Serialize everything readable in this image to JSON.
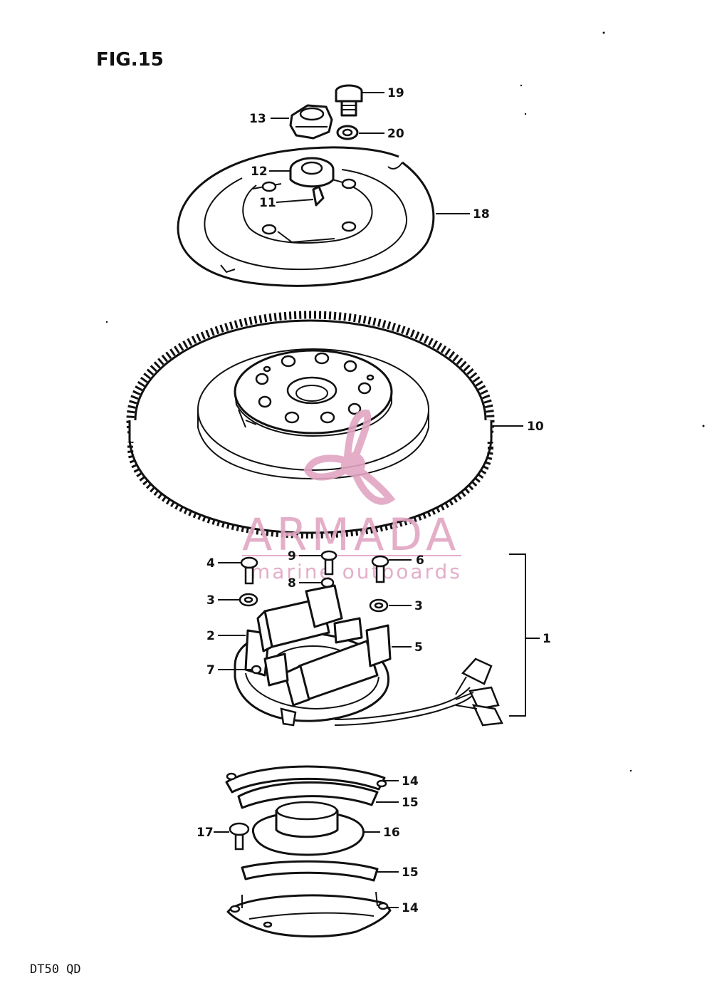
{
  "figure": {
    "title": "FIG.15",
    "model_code": "DT50 QD"
  },
  "watermark": {
    "brand": "ARMADA",
    "tagline": "marine outboards",
    "color": "#e2a6c3"
  },
  "callouts": [
    {
      "id": "13",
      "text": "13"
    },
    {
      "id": "19",
      "text": "19"
    },
    {
      "id": "20",
      "text": "20"
    },
    {
      "id": "12",
      "text": "12"
    },
    {
      "id": "11",
      "text": "11"
    },
    {
      "id": "18",
      "text": "18"
    },
    {
      "id": "10",
      "text": "10"
    },
    {
      "id": "4",
      "text": "4"
    },
    {
      "id": "9",
      "text": "9"
    },
    {
      "id": "6",
      "text": "6"
    },
    {
      "id": "8",
      "text": "8"
    },
    {
      "id": "3a",
      "text": "3"
    },
    {
      "id": "3b",
      "text": "3"
    },
    {
      "id": "2",
      "text": "2"
    },
    {
      "id": "5",
      "text": "5"
    },
    {
      "id": "7",
      "text": "7"
    },
    {
      "id": "1",
      "text": "1"
    },
    {
      "id": "14a",
      "text": "14"
    },
    {
      "id": "15a",
      "text": "15"
    },
    {
      "id": "16",
      "text": "16"
    },
    {
      "id": "17",
      "text": "17"
    },
    {
      "id": "15b",
      "text": "15"
    },
    {
      "id": "14b",
      "text": "14"
    }
  ]
}
